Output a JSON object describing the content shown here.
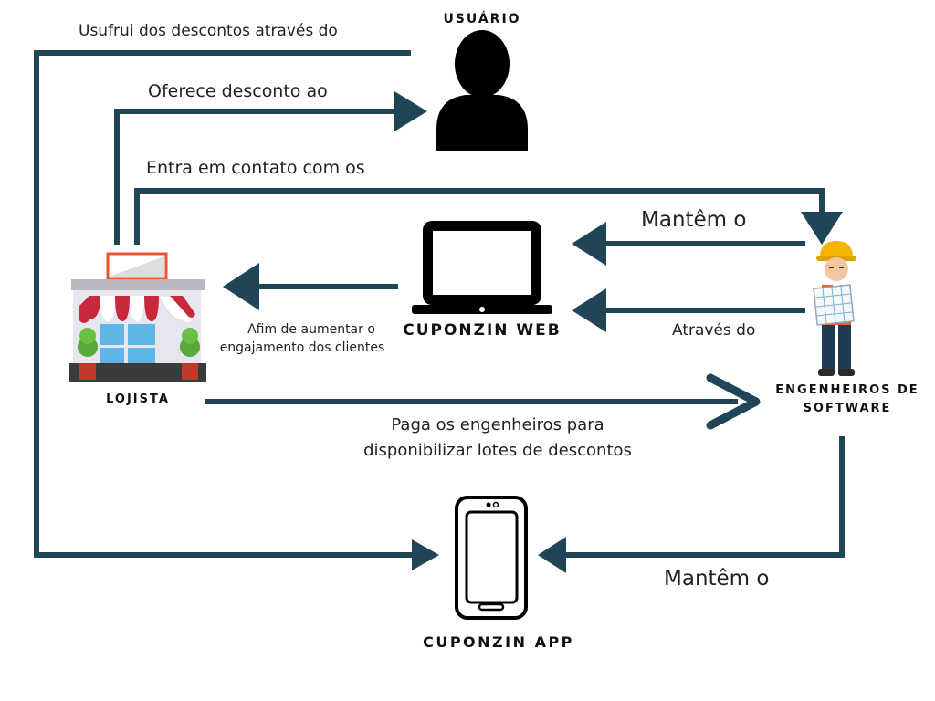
{
  "nodes": {
    "usuario": "USUÁRIO",
    "cuponzin_web": "CUPONZIN WEB",
    "lojista": "LOJISTA",
    "engenheiros_line1": "ENGENHEIROS DE",
    "engenheiros_line2": "SOFTWARE",
    "cuponzin_app": "CUPONZIN APP"
  },
  "edges": {
    "usufrui": "Usufrui dos descontos através do",
    "oferece": "Oferece desconto ao",
    "entra_contato": "Entra em contato com os",
    "mantem_web": "Mantêm o",
    "atraves_do": "Através do",
    "afim_line1": "Afim de aumentar o",
    "afim_line2": "engajamento dos clientes",
    "paga_line1": "Paga os engenheiros para",
    "paga_line2": "disponibilizar lotes de descontos",
    "mantem_app": "Mantêm o"
  },
  "colors": {
    "connector": "#1f4557",
    "icon": "#000000",
    "awning_red": "#c8283a",
    "sign_orange": "#e8552a",
    "shop_blue": "#5fb6e6",
    "plant_green": "#5aa83a",
    "pot_red": "#c0392b",
    "helmet_yellow": "#f5b400",
    "vest_orange": "#e5612a",
    "pants_navy": "#1f3a52"
  }
}
